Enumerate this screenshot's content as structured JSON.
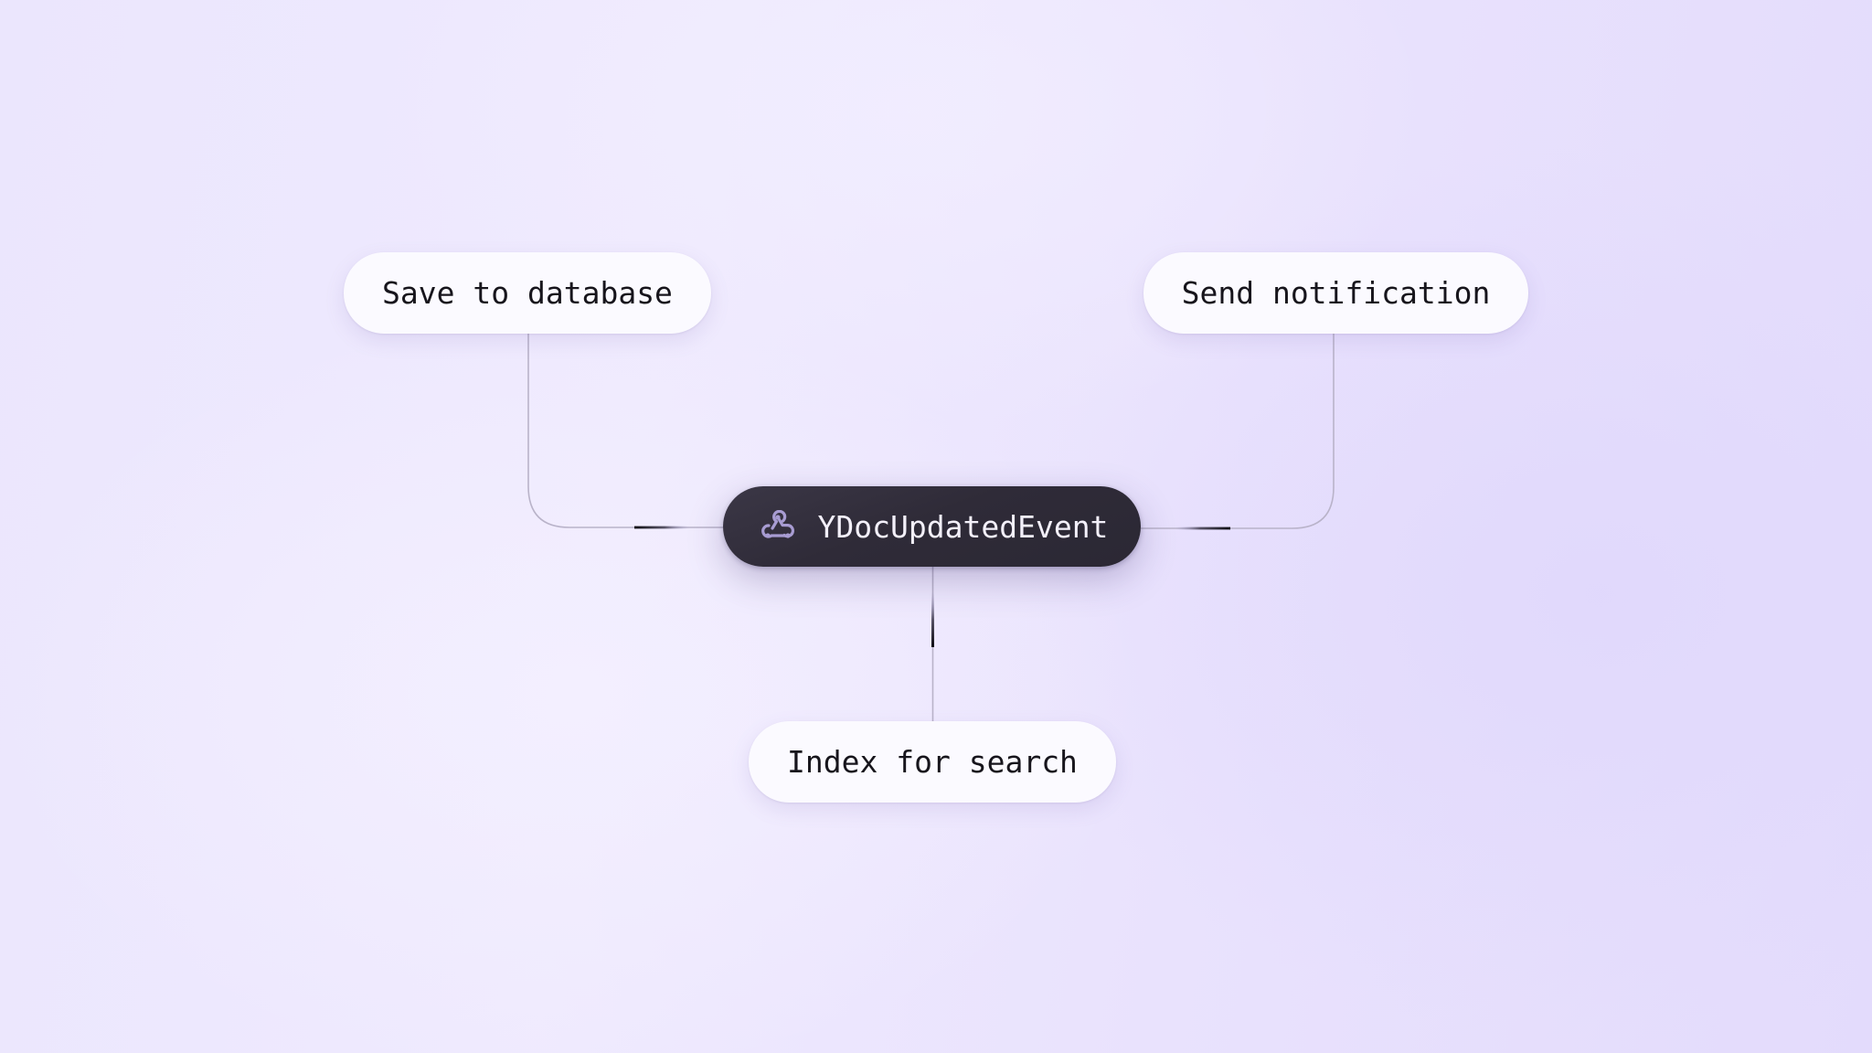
{
  "diagram": {
    "type": "event-fanout",
    "central_node": {
      "label": "YDocUpdatedEvent",
      "icon": "webhook-icon",
      "background": "#2f2b38",
      "text_color": "#f3f0fa",
      "icon_color": "#a89cd2"
    },
    "target_nodes": [
      {
        "id": "save",
        "label": "Save to database",
        "position": "top-left"
      },
      {
        "id": "notify",
        "label": "Send notification",
        "position": "top-right"
      },
      {
        "id": "index",
        "label": "Index for search",
        "position": "bottom"
      }
    ],
    "edges": [
      {
        "from": "YDocUpdatedEvent",
        "to": "Save to database"
      },
      {
        "from": "YDocUpdatedEvent",
        "to": "Send notification"
      },
      {
        "from": "YDocUpdatedEvent",
        "to": "Index for search"
      }
    ],
    "colors": {
      "background": "#ebe6fd",
      "node_light": "#fbfaff",
      "node_text": "#17151c",
      "edge": "#b9b3c9",
      "edge_pulse": "#1a1820"
    }
  }
}
